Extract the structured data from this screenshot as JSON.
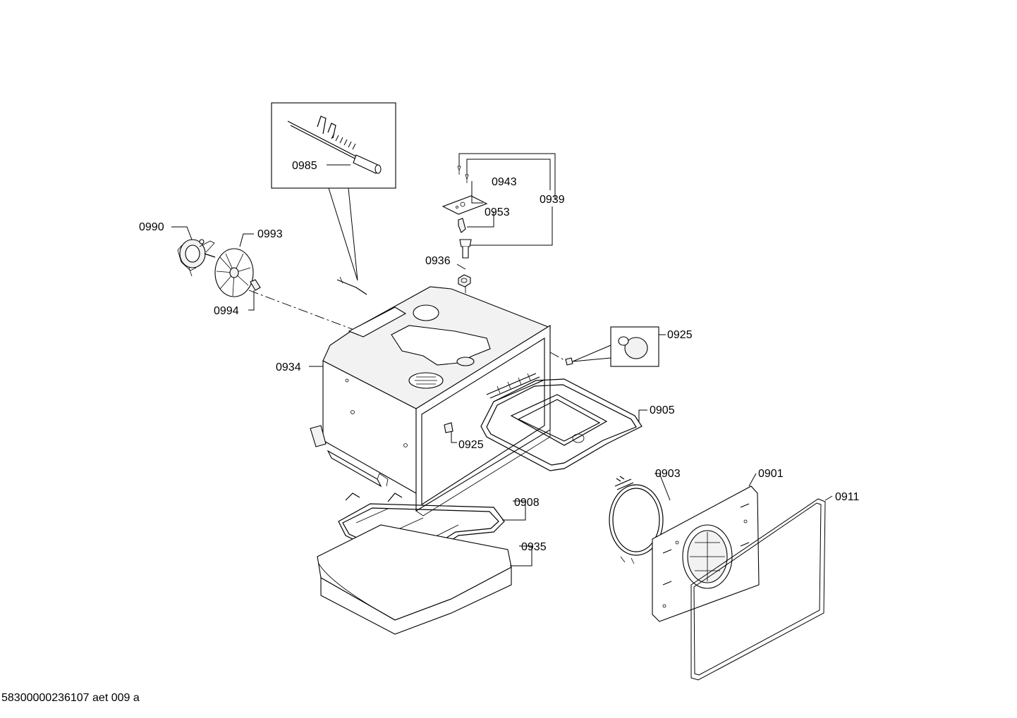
{
  "footer": {
    "doc_id": "58300000236107 aet 009 a"
  },
  "callouts": {
    "c0985": "0985",
    "c0943": "0943",
    "c0939": "0939",
    "c0953": "0953",
    "c0936": "0936",
    "c0990": "0990",
    "c0993": "0993",
    "c0994": "0994",
    "c0925_top": "0925",
    "c0934": "0934",
    "c0905": "0905",
    "c0925_mid": "0925",
    "c0903": "0903",
    "c0901": "0901",
    "c0911": "0911",
    "c0908": "0908",
    "c0935": "0935"
  }
}
